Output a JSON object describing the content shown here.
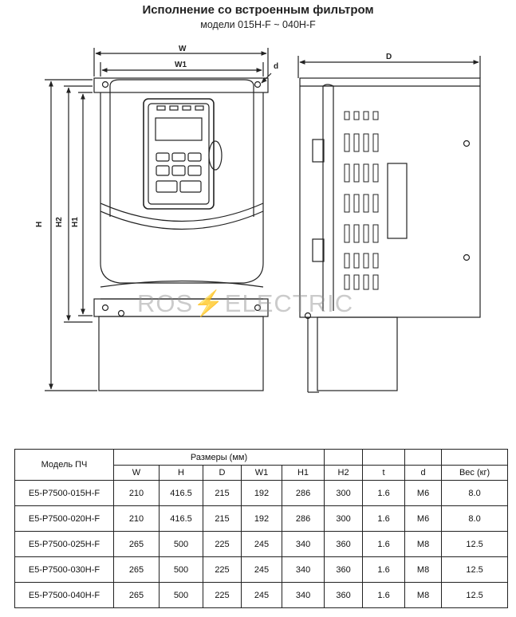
{
  "header": {
    "title": "Исполнение со встроенным фильтром",
    "subtitle": "модели 015H-F ~ 040H-F"
  },
  "drawing": {
    "dim_labels": {
      "w": "W",
      "w1": "W1",
      "d_small": "d",
      "d_depth": "D",
      "h": "H",
      "h2": "H2",
      "h1": "H1"
    }
  },
  "watermark": {
    "left": "ROS",
    "right": "ELECTRIC"
  },
  "table": {
    "model_header": "Модель ПЧ",
    "group_header": "Размеры (мм)",
    "columns": [
      "W",
      "H",
      "D",
      "W1",
      "H1",
      "H2",
      "t",
      "d",
      "Вес (кг)"
    ],
    "rows": [
      [
        "E5-P7500-015H-F",
        "210",
        "416.5",
        "215",
        "192",
        "286",
        "300",
        "1.6",
        "M6",
        "8.0"
      ],
      [
        "E5-P7500-020H-F",
        "210",
        "416.5",
        "215",
        "192",
        "286",
        "300",
        "1.6",
        "M6",
        "8.0"
      ],
      [
        "E5-P7500-025H-F",
        "265",
        "500",
        "225",
        "245",
        "340",
        "360",
        "1.6",
        "M8",
        "12.5"
      ],
      [
        "E5-P7500-030H-F",
        "265",
        "500",
        "225",
        "245",
        "340",
        "360",
        "1.6",
        "M8",
        "12.5"
      ],
      [
        "E5-P7500-040H-F",
        "265",
        "500",
        "225",
        "245",
        "340",
        "360",
        "1.6",
        "M8",
        "12.5"
      ]
    ]
  }
}
